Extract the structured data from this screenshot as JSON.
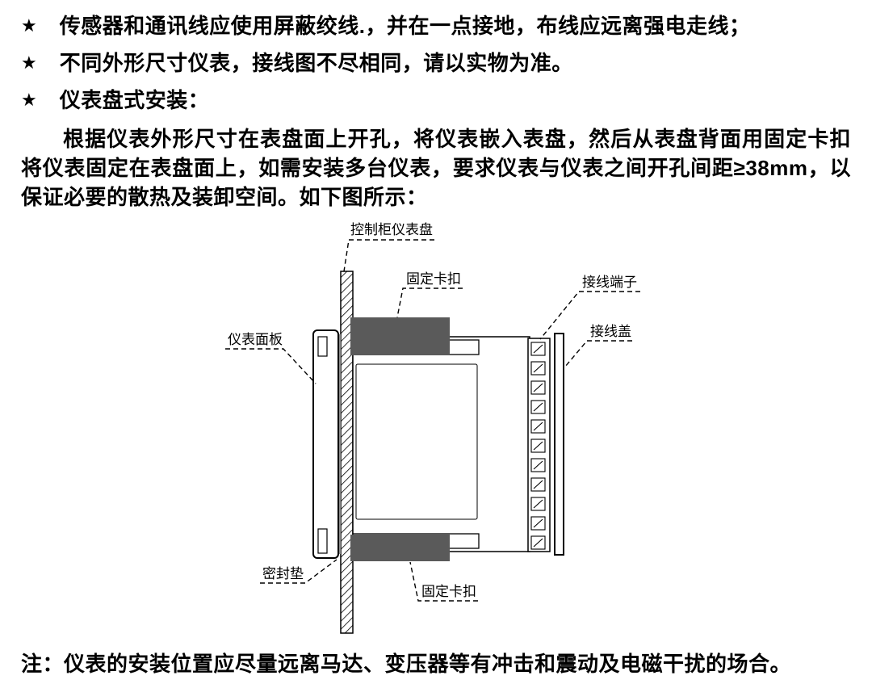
{
  "bullets": [
    {
      "marker": "★",
      "text": "传感器和通讯线应使用屏蔽绞线.，并在一点接地，布线应远离强电走线；"
    },
    {
      "marker": "★",
      "text": "不同外形尺寸仪表，接线图不尽相同，请以实物为准。"
    },
    {
      "marker": "★",
      "text": "仪表盘式安装："
    }
  ],
  "paragraph": "根据仪表外形尺寸在表盘面上开孔，将仪表嵌入表盘，然后从表盘背面用固定卡扣将仪表固定在表盘面上，如需安装多台仪表，要求仪表与仪表之间开孔间距≥38mm，以保证必要的散热及装卸空间。如下图所示：",
  "diagram": {
    "labels": {
      "panel": "控制柜仪表盘",
      "clip_top": "固定卡扣",
      "terminal": "接线端子",
      "cover": "接线盖",
      "faceplate": "仪表面板",
      "gasket": "密封垫",
      "clip_bottom": "固定卡扣"
    },
    "colors": {
      "clip_fill": "#5a5a5a",
      "line": "#000000",
      "background": "#ffffff"
    }
  },
  "note": "注：仪表的安装位置应尽量远离马达、变压器等有冲击和震动及电磁干扰的场合。"
}
